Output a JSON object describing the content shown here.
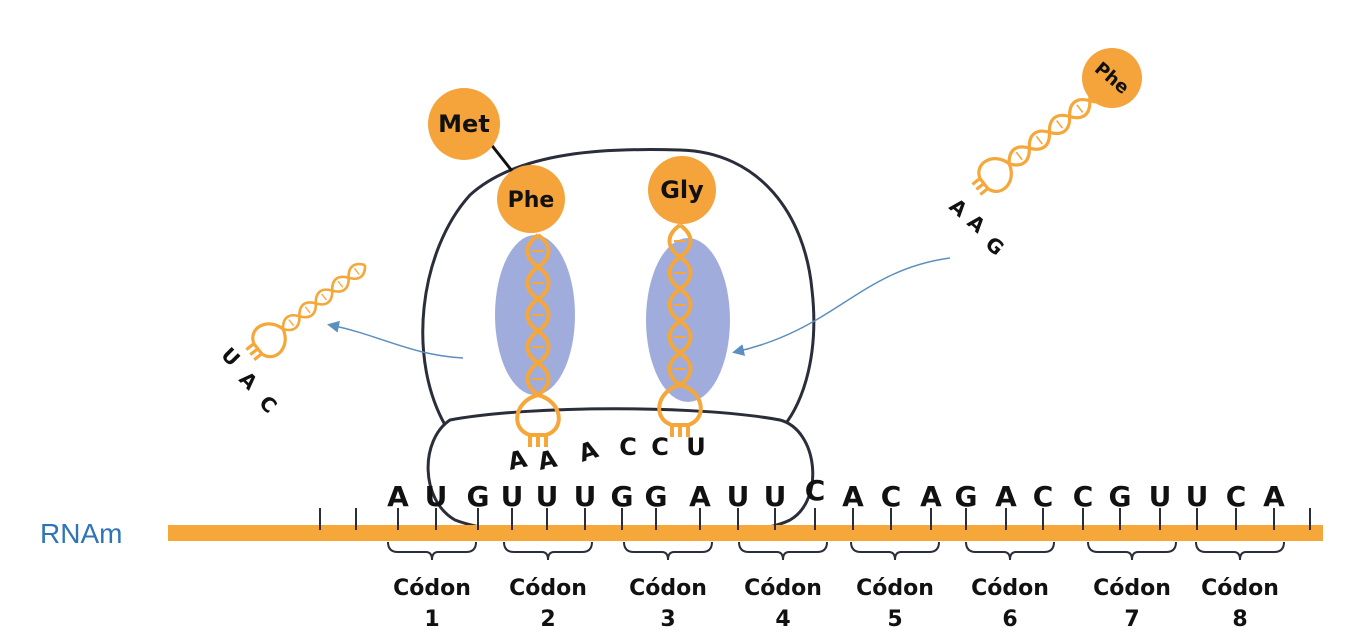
{
  "strand_label": "RNAm",
  "mrna_bases": [
    "A",
    "U",
    "G",
    "U",
    "U",
    "U",
    "G",
    "G",
    "A",
    "U",
    "U",
    "C",
    "A",
    "C",
    "A",
    "G",
    "A",
    "C",
    "C",
    "G",
    "U",
    "U",
    "C",
    "A"
  ],
  "codon_word": "Códon",
  "codons": [
    "1",
    "2",
    "3",
    "4",
    "5",
    "6",
    "7",
    "8"
  ],
  "trnas": {
    "p_site": {
      "amino": "Phe",
      "anticodon": [
        "A",
        "A",
        "A"
      ]
    },
    "a_site": {
      "amino": "Gly",
      "anticodon": [
        "C",
        "C",
        "U"
      ]
    },
    "incoming": {
      "amino": "Phe",
      "anticodon": [
        "A",
        "A",
        "G"
      ]
    },
    "exiting": {
      "anticodon": [
        "U",
        "A",
        "C"
      ]
    }
  },
  "chain_amino": "Met",
  "colors": {
    "strand": "#f5a73a",
    "trna": "#f5a73a",
    "amino": "#f5a33b",
    "site": "#8f9fd6",
    "arrow": "#5b8fc0",
    "label_blue": "#2f73b8",
    "outline": "#2a2d3a"
  }
}
